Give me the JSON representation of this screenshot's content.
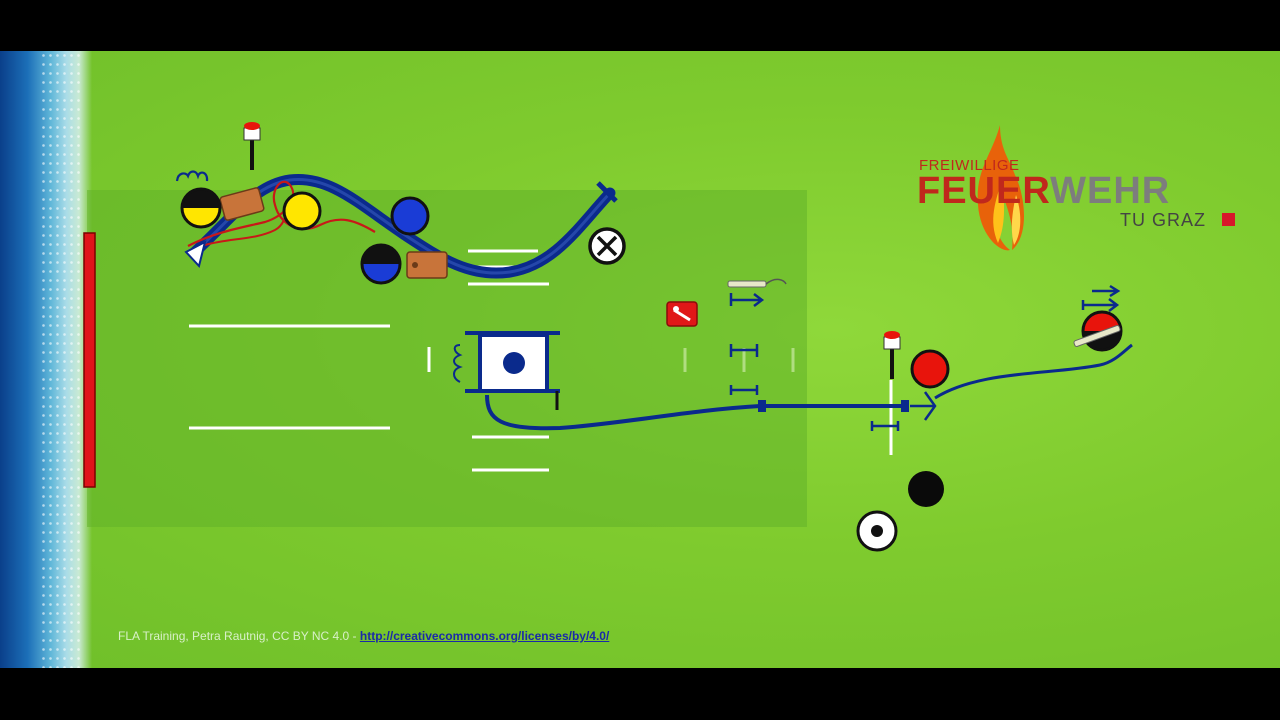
{
  "logo": {
    "line1": "FREIWILLIGE",
    "main_red": "FEUER",
    "main_grey": "WEHR",
    "sub": "TU GRAZ",
    "colors": {
      "red": "#c0281c",
      "grey": "#7d7d7d",
      "accent": "#d7182a"
    }
  },
  "credit": {
    "text": "FLA Training, Petra Rautnig, CC BY NC 4.0 - ",
    "link": "http://creativecommons.org/licenses/by/4.0/"
  },
  "colors": {
    "field": "#7fcb2e",
    "hose": "#0a2a8c",
    "barrier": "#e0141a",
    "yellow": "#ffe600",
    "blue": "#1a3cd6",
    "red_marker": "#e8140c"
  },
  "icons": [
    "water-source",
    "hose-line",
    "distributor",
    "pump-unit",
    "position-marker",
    "nozzle",
    "valve-symbol",
    "target-symbol",
    "hydrant-key"
  ]
}
